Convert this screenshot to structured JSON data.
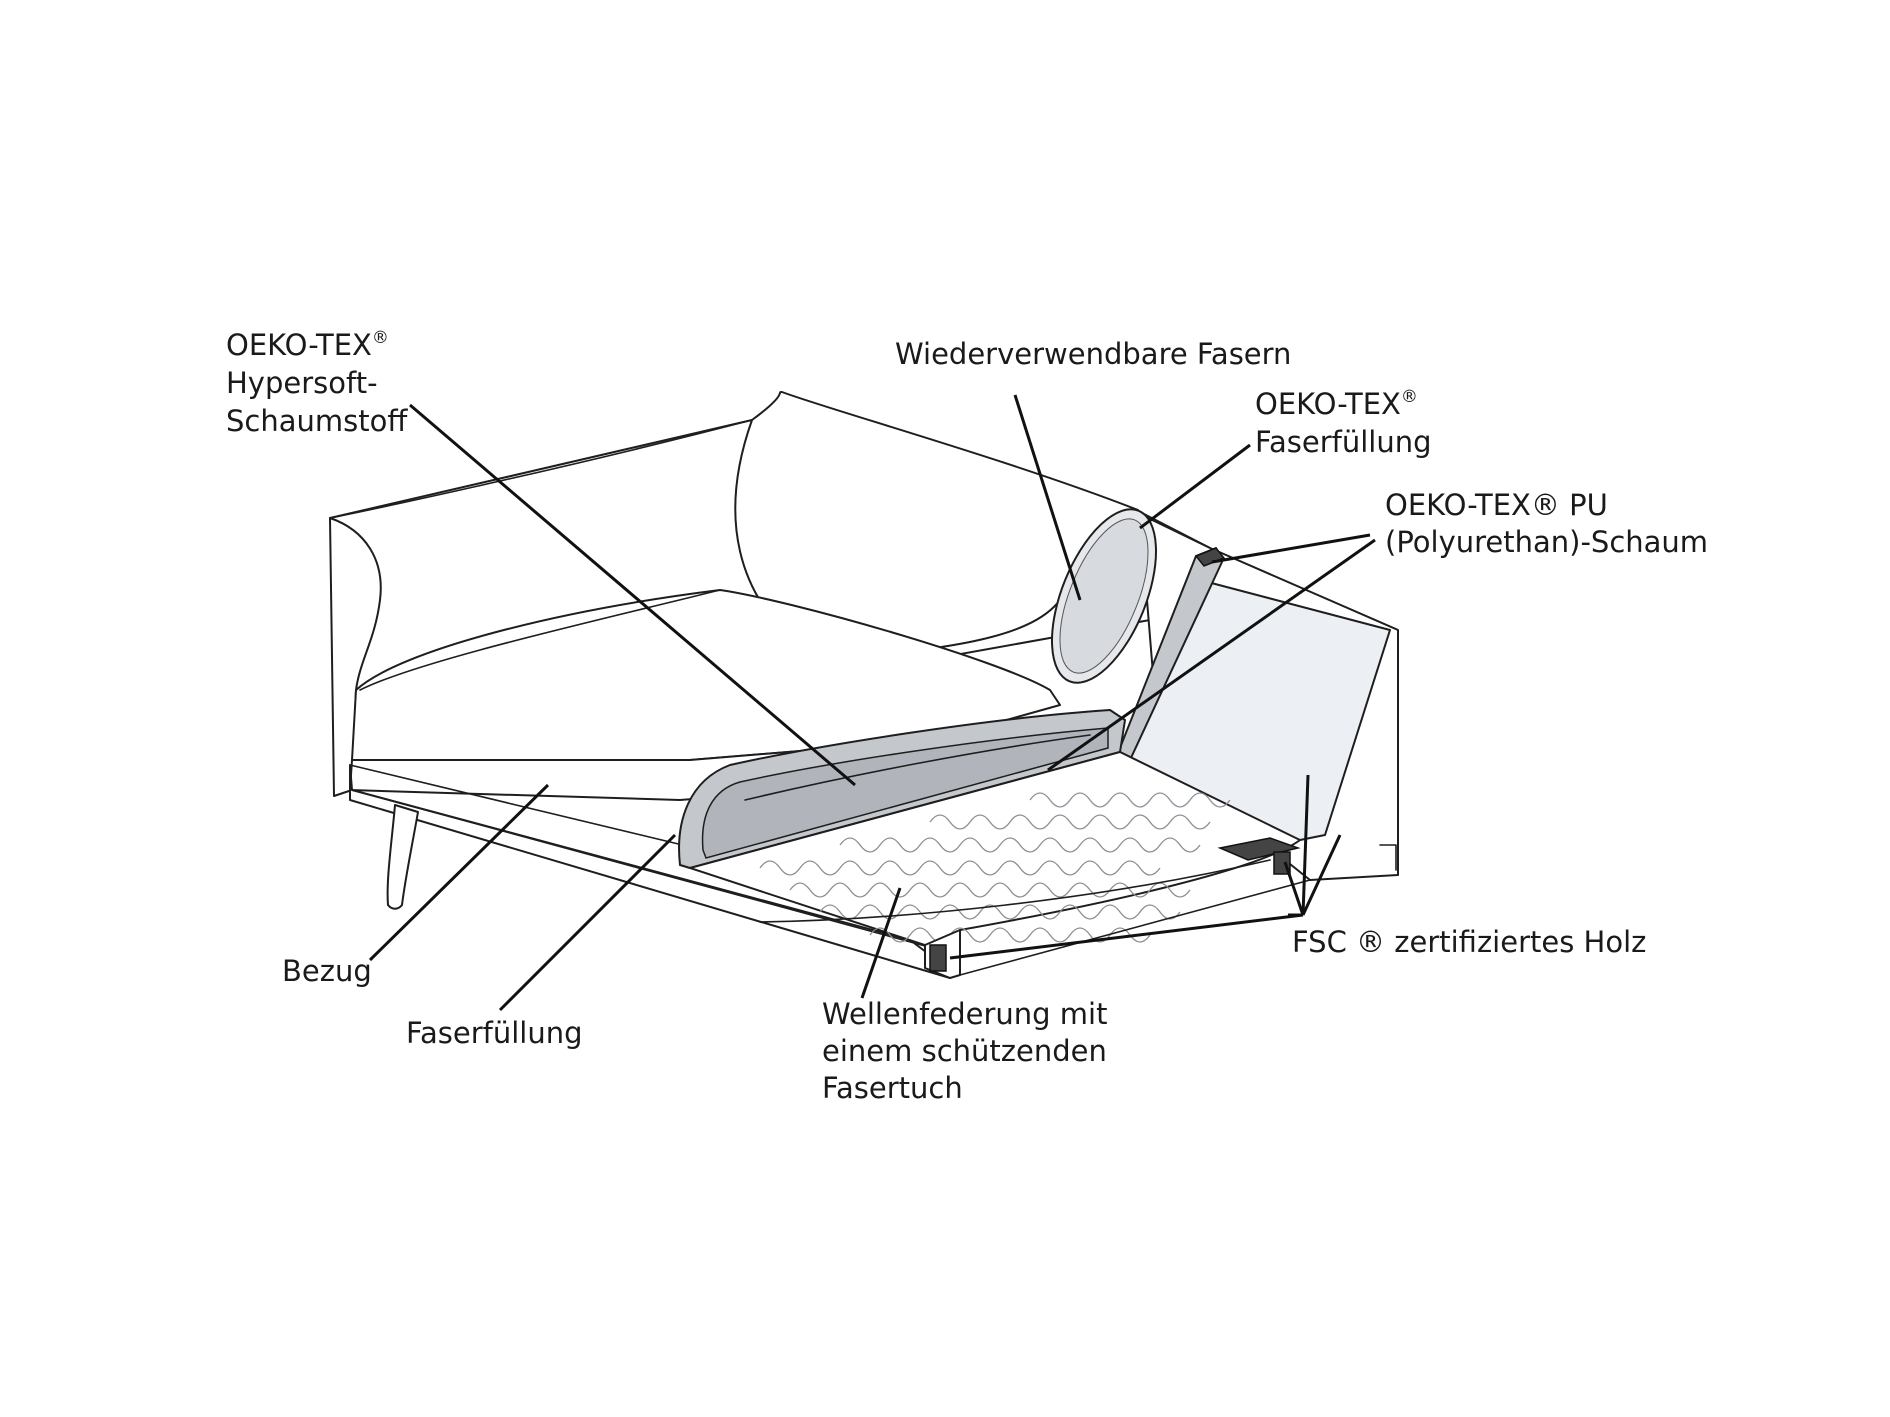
{
  "labels": {
    "hypersoft": {
      "line1": "OEKO-TEX",
      "reg": "®",
      "line2": "Hypersoft-",
      "line3": "Schaumstoff"
    },
    "fasern": {
      "line1": "Wiederverwendbare Fasern"
    },
    "faserfuellung_top": {
      "line1": "OEKO-TEX",
      "reg": "®",
      "line2": "Faserfüllung"
    },
    "pu": {
      "line1": "OEKO-TEX® PU",
      "line2": "(Polyurethan)-Schaum"
    },
    "fsc": {
      "line1": "FSC ® zertifiziertes Holz"
    },
    "bezug": {
      "line1": "Bezug"
    },
    "faserfuellung_bottom": {
      "line1": "Faserfüllung"
    },
    "wellenfederung": {
      "line1": "Wellenfederung mit",
      "line2": "einem schützenden",
      "line3": "Fasertuch"
    }
  },
  "colors": {
    "foam": "#c4c8cd",
    "panel": "#eceff3",
    "wood": "#444444",
    "line": "#1e1e1e"
  }
}
